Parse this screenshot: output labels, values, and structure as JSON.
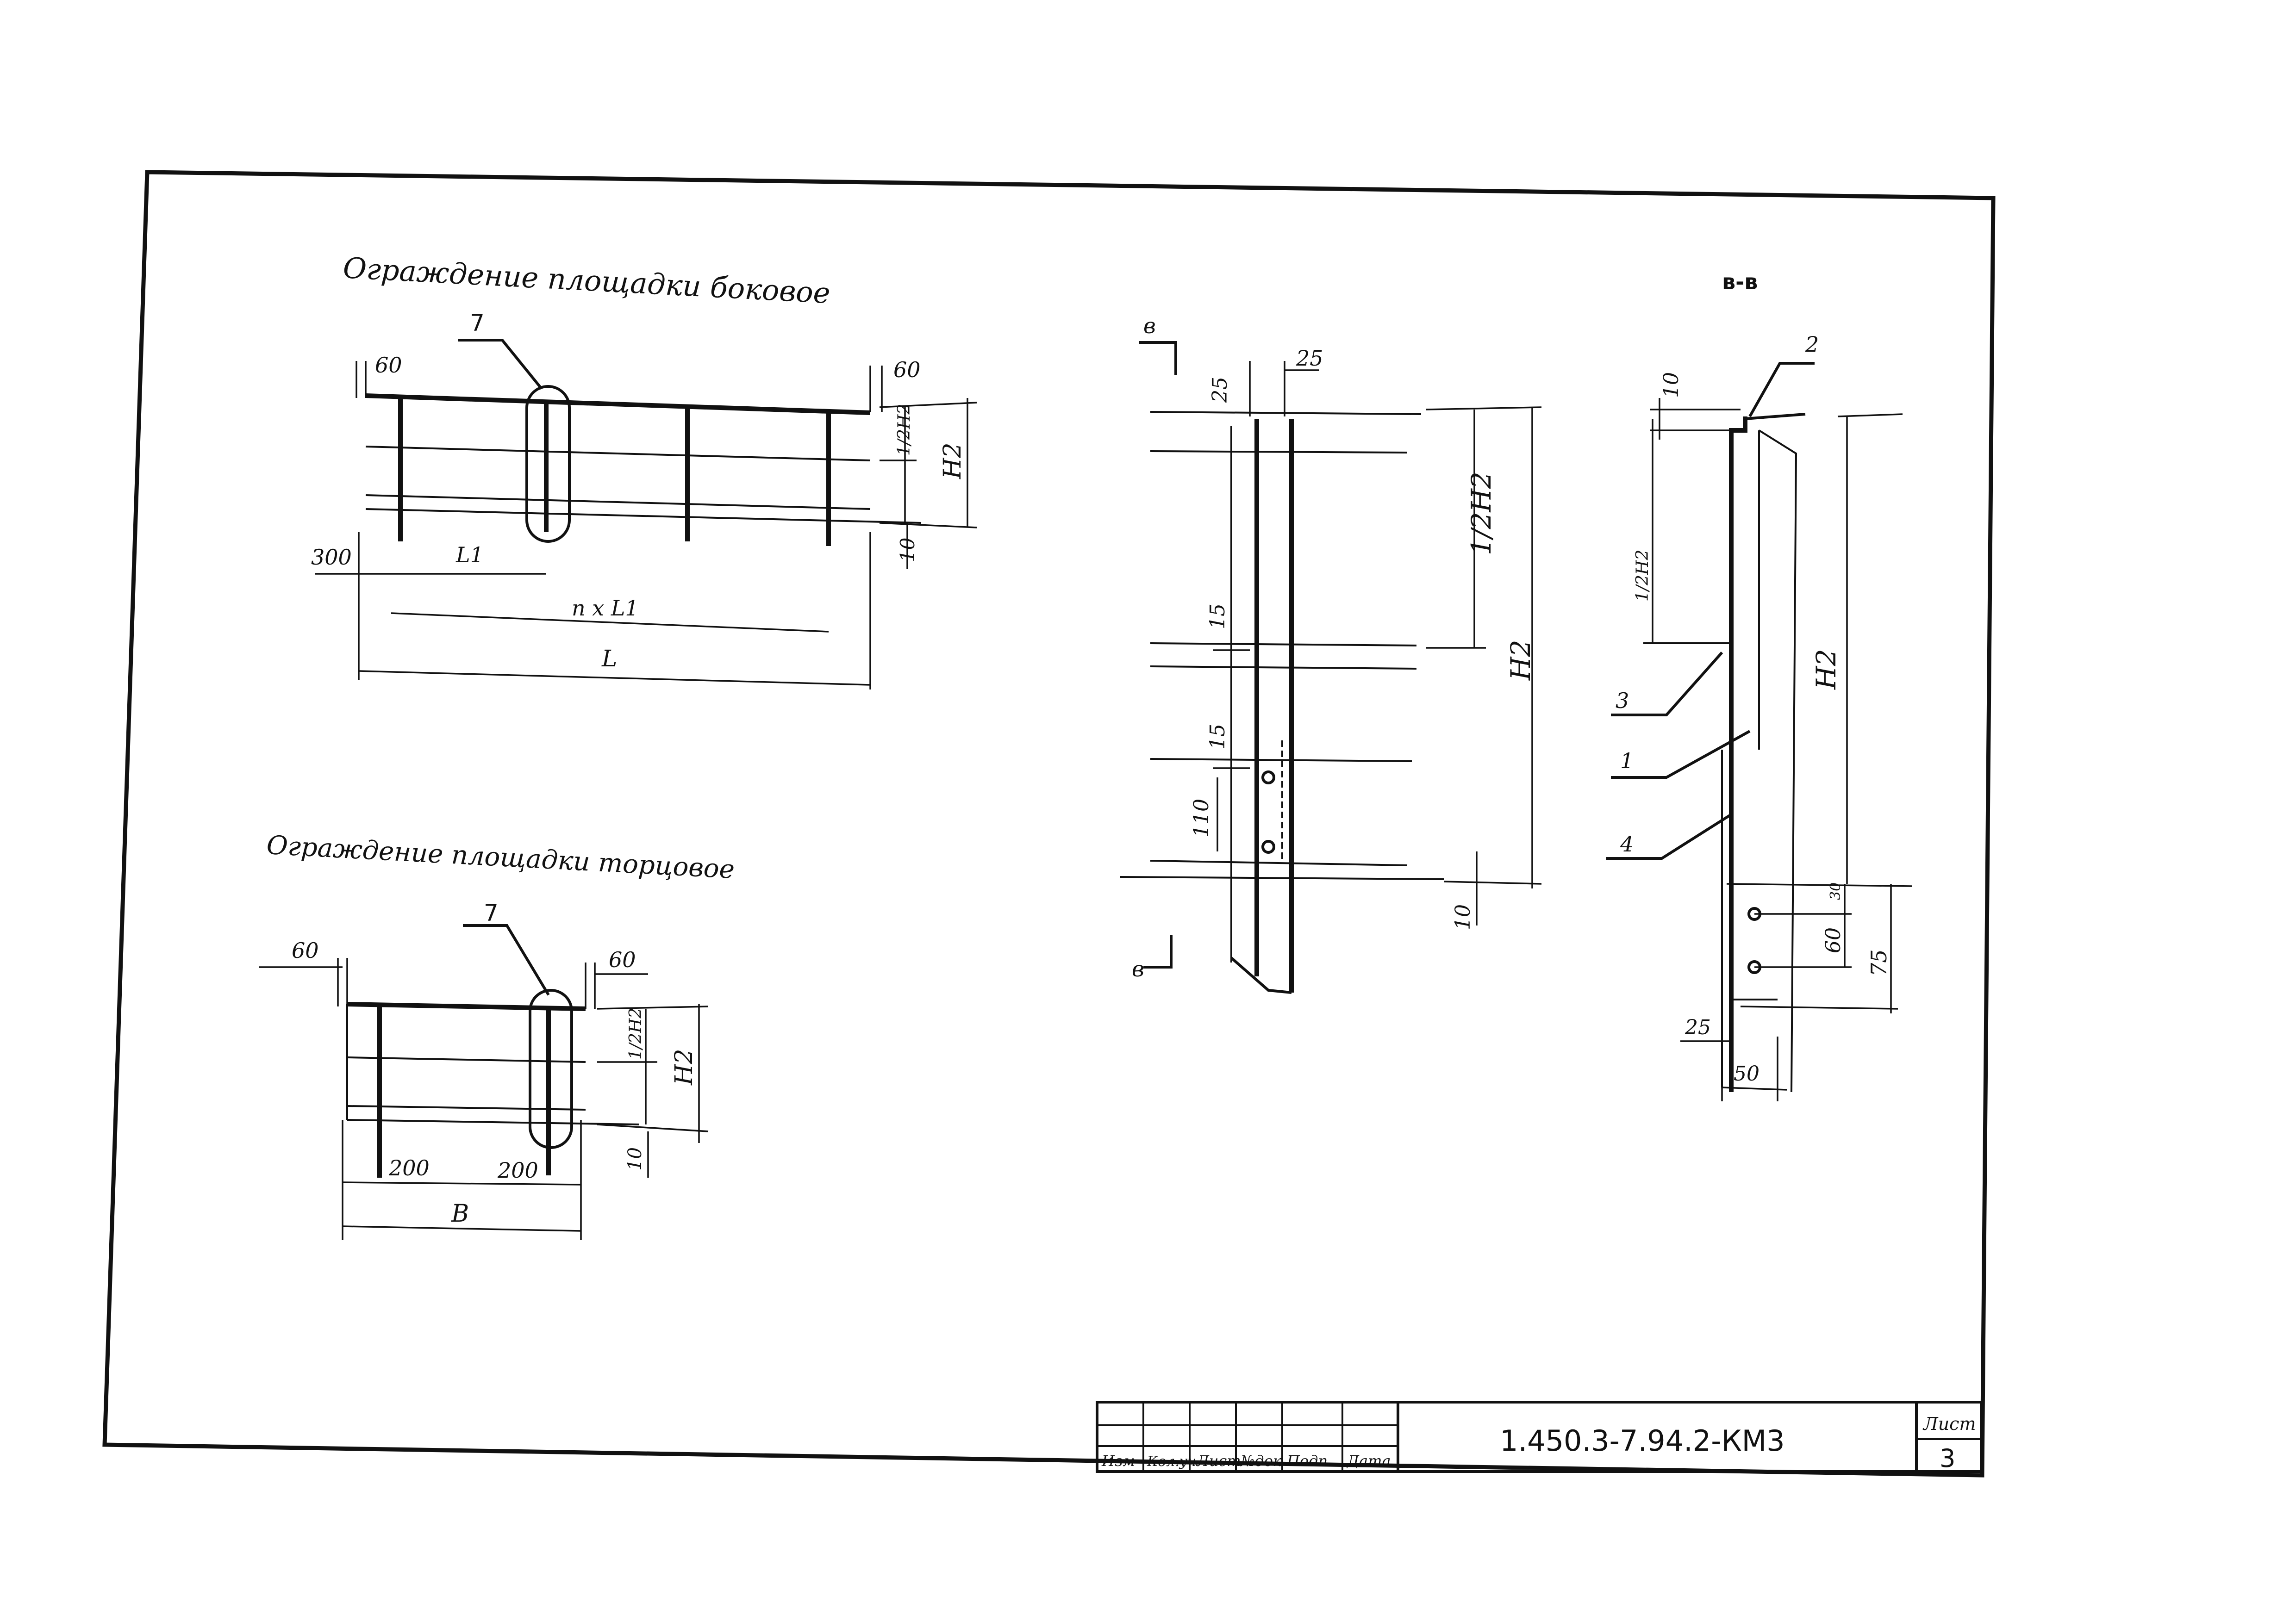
{
  "drawing": {
    "title_side": "Ограждение площадки боковое",
    "title_end": "Ограждение площадки торцовое",
    "section_label": "в-в",
    "section_mark": "в"
  },
  "side_fence": {
    "leader": "7",
    "dims": {
      "left_overhang": "60",
      "right_overhang": "60",
      "end_offset": "300",
      "pitch": "L1",
      "pitch_total": "n x L1",
      "length": "L",
      "half_height": "1/2H2",
      "height": "H2",
      "bottom_gap": "10"
    }
  },
  "end_fence": {
    "leader": "7",
    "dims": {
      "left_overhang": "60",
      "right_overhang": "60",
      "post_offset_left": "200",
      "post_offset_right": "200",
      "width": "B",
      "half_height": "1/2H2",
      "height": "H2",
      "bottom_gap": "10"
    }
  },
  "post_view": {
    "dims": {
      "top_offset": "25",
      "top_width": "25",
      "mid_offset": "15",
      "low_offset": "15",
      "hole_pitch": "110",
      "half_height": "1/2H2",
      "height": "H2",
      "bottom_gap": "10"
    }
  },
  "section_bb": {
    "leaders": [
      "2",
      "3",
      "1",
      "4"
    ],
    "dims": {
      "top_thickness": "10",
      "half_height": "1/2H2",
      "height": "H2",
      "hole_top": "30",
      "hole_pitch": "60",
      "hole_total": "75",
      "foot_offset": "25",
      "foot_width": "50"
    }
  },
  "title_block": {
    "row_headers": [
      "Изм",
      "Кол.уч",
      "Лист",
      "№док",
      "Подп.",
      "Дата"
    ],
    "document_code": "1.450.3-7.94.2-КМ3",
    "sheet_label": "Лист",
    "sheet_number": "3"
  }
}
